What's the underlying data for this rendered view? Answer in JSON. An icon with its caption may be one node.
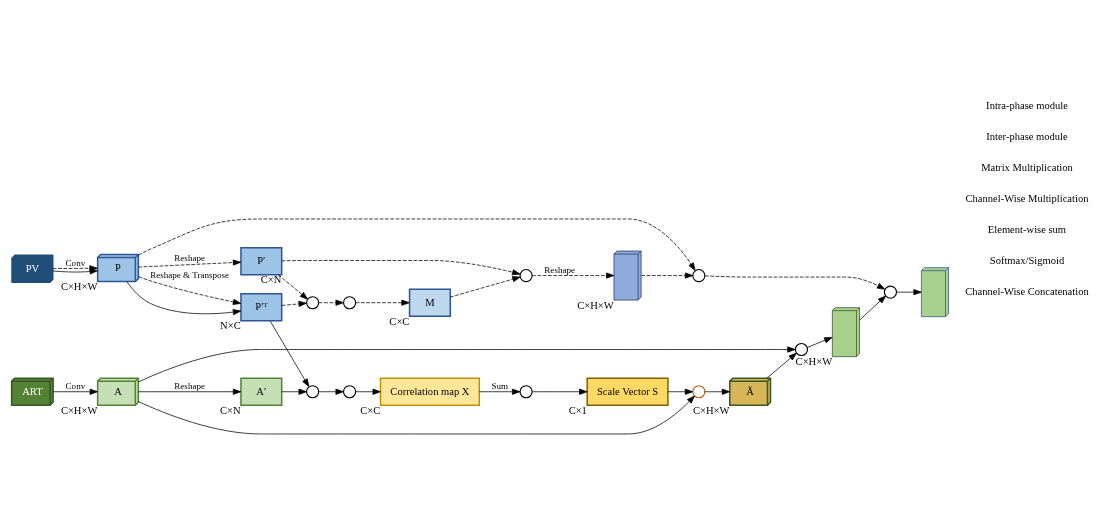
{
  "diagram": {
    "nodes": [
      {
        "text": [
          "PV"
        ]
      },
      {
        "text": [
          "P"
        ],
        "beside": [
          "C×H×W"
        ]
      },
      {
        "text": [
          "P′"
        ],
        "beside": [
          "C×N"
        ]
      },
      {
        "text": [
          "P′ᵀ"
        ],
        "beside": [
          "N×C"
        ]
      },
      {
        "text": [],
        "shape": "circle"
      },
      {
        "text": [],
        "shape": "circle"
      },
      {
        "text": [
          "M"
        ],
        "beside": [
          "C×C"
        ]
      },
      {
        "text": [],
        "shape": "circle"
      },
      {
        "text": [],
        "shape": "box",
        "beside": [
          "C×H×W"
        ]
      },
      {
        "text": [],
        "shape": "circle"
      },
      {
        "text": [],
        "shape": "circle"
      },
      {
        "text": [],
        "shape": "box"
      },
      {
        "text": [
          "ART"
        ]
      },
      {
        "text": [
          "A"
        ],
        "beside": [
          "C×H×W"
        ]
      },
      {
        "text": [
          "A′"
        ],
        "beside": [
          "C×N"
        ]
      },
      {
        "text": [],
        "shape": "circle"
      },
      {
        "text": [],
        "shape": "circle"
      },
      {
        "text": [
          "Correlation map X"
        ],
        "beside": [
          "C×C"
        ]
      },
      {
        "text": [],
        "shape": "circle"
      },
      {
        "text": [
          "Scale Vector S"
        ],
        "beside": [
          "C×1"
        ]
      },
      {
        "text": [],
        "shape": "circle"
      },
      {
        "text": [
          "Ã"
        ],
        "beside": [
          "C×H×W"
        ]
      },
      {
        "text": [],
        "shape": "circle"
      },
      {
        "text": [],
        "shape": "box",
        "beside": [
          "C×H×W"
        ]
      }
    ],
    "edges": [
      {
        "from": 0,
        "to": 1,
        "arrow": "to",
        "label": "Conv",
        "style": "dashed"
      },
      {
        "from": 0,
        "to": 1,
        "arrow": "to"
      },
      {
        "from": 1,
        "to": 2,
        "arrow": "to",
        "label": "Reshape",
        "style": "dashed"
      },
      {
        "from": 1,
        "to": 9,
        "arrow": "to",
        "style": "dashed"
      },
      {
        "from": 1,
        "to": 3,
        "arrow": "to",
        "label": "Reshape & Transpose",
        "style": "dashed"
      },
      {
        "from": 1,
        "to": 3,
        "arrow": "to"
      },
      {
        "from": 3,
        "to": 4,
        "arrow": "to",
        "style": "dashed"
      },
      {
        "from": 2,
        "to": 4,
        "arrow": "to",
        "style": "dashed"
      },
      {
        "from": 2,
        "to": 7,
        "arrow": "to",
        "style": "dashed"
      },
      {
        "from": 4,
        "to": 5,
        "arrow": "to",
        "style": "dashed"
      },
      {
        "from": 5,
        "to": 6,
        "arrow": "to",
        "style": "dashed"
      },
      {
        "from": 6,
        "to": 7,
        "arrow": "to",
        "style": "dashed"
      },
      {
        "from": 7,
        "to": 8,
        "arrow": "to",
        "label": "Reshape",
        "style": "dashed"
      },
      {
        "from": 8,
        "to": 9,
        "arrow": "to",
        "style": "dashed"
      },
      {
        "from": 9,
        "to": 10,
        "arrow": "to",
        "style": "dashed"
      },
      {
        "from": 10,
        "to": 11,
        "arrow": "to"
      },
      {
        "from": 3,
        "to": 15,
        "arrow": "to"
      },
      {
        "from": 12,
        "to": 13,
        "arrow": "to",
        "label": "Conv"
      },
      {
        "from": 13,
        "to": 14,
        "arrow": "to",
        "label": "Reshape"
      },
      {
        "from": 14,
        "to": 15,
        "arrow": "to"
      },
      {
        "from": 15,
        "to": 16,
        "arrow": "to"
      },
      {
        "from": 16,
        "to": 17,
        "arrow": "to"
      },
      {
        "from": 17,
        "to": 18,
        "arrow": "to",
        "label": "Sum"
      },
      {
        "from": 18,
        "to": 19,
        "arrow": "to"
      },
      {
        "from": 19,
        "to": 20,
        "arrow": "to"
      },
      {
        "from": 20,
        "to": 21,
        "arrow": "to"
      },
      {
        "from": 13,
        "to": 20,
        "arrow": "to"
      },
      {
        "from": 13,
        "to": 22,
        "arrow": "to"
      },
      {
        "from": 21,
        "to": 22,
        "arrow": "to"
      },
      {
        "from": 22,
        "to": 23,
        "arrow": "to"
      },
      {
        "from": 23,
        "to": 10,
        "arrow": "to"
      }
    ],
    "legend": [
      {
        "text": "Intra-phase module"
      },
      {
        "text": "Inter-phase module"
      },
      {
        "text": "Matrix Multiplication"
      },
      {
        "text": "Channel-Wise Multiplication"
      },
      {
        "text": "Element-wise sum"
      },
      {
        "text": "Softmax/Sigmoid"
      },
      {
        "text": "Channel-Wise Concatenation"
      }
    ]
  }
}
